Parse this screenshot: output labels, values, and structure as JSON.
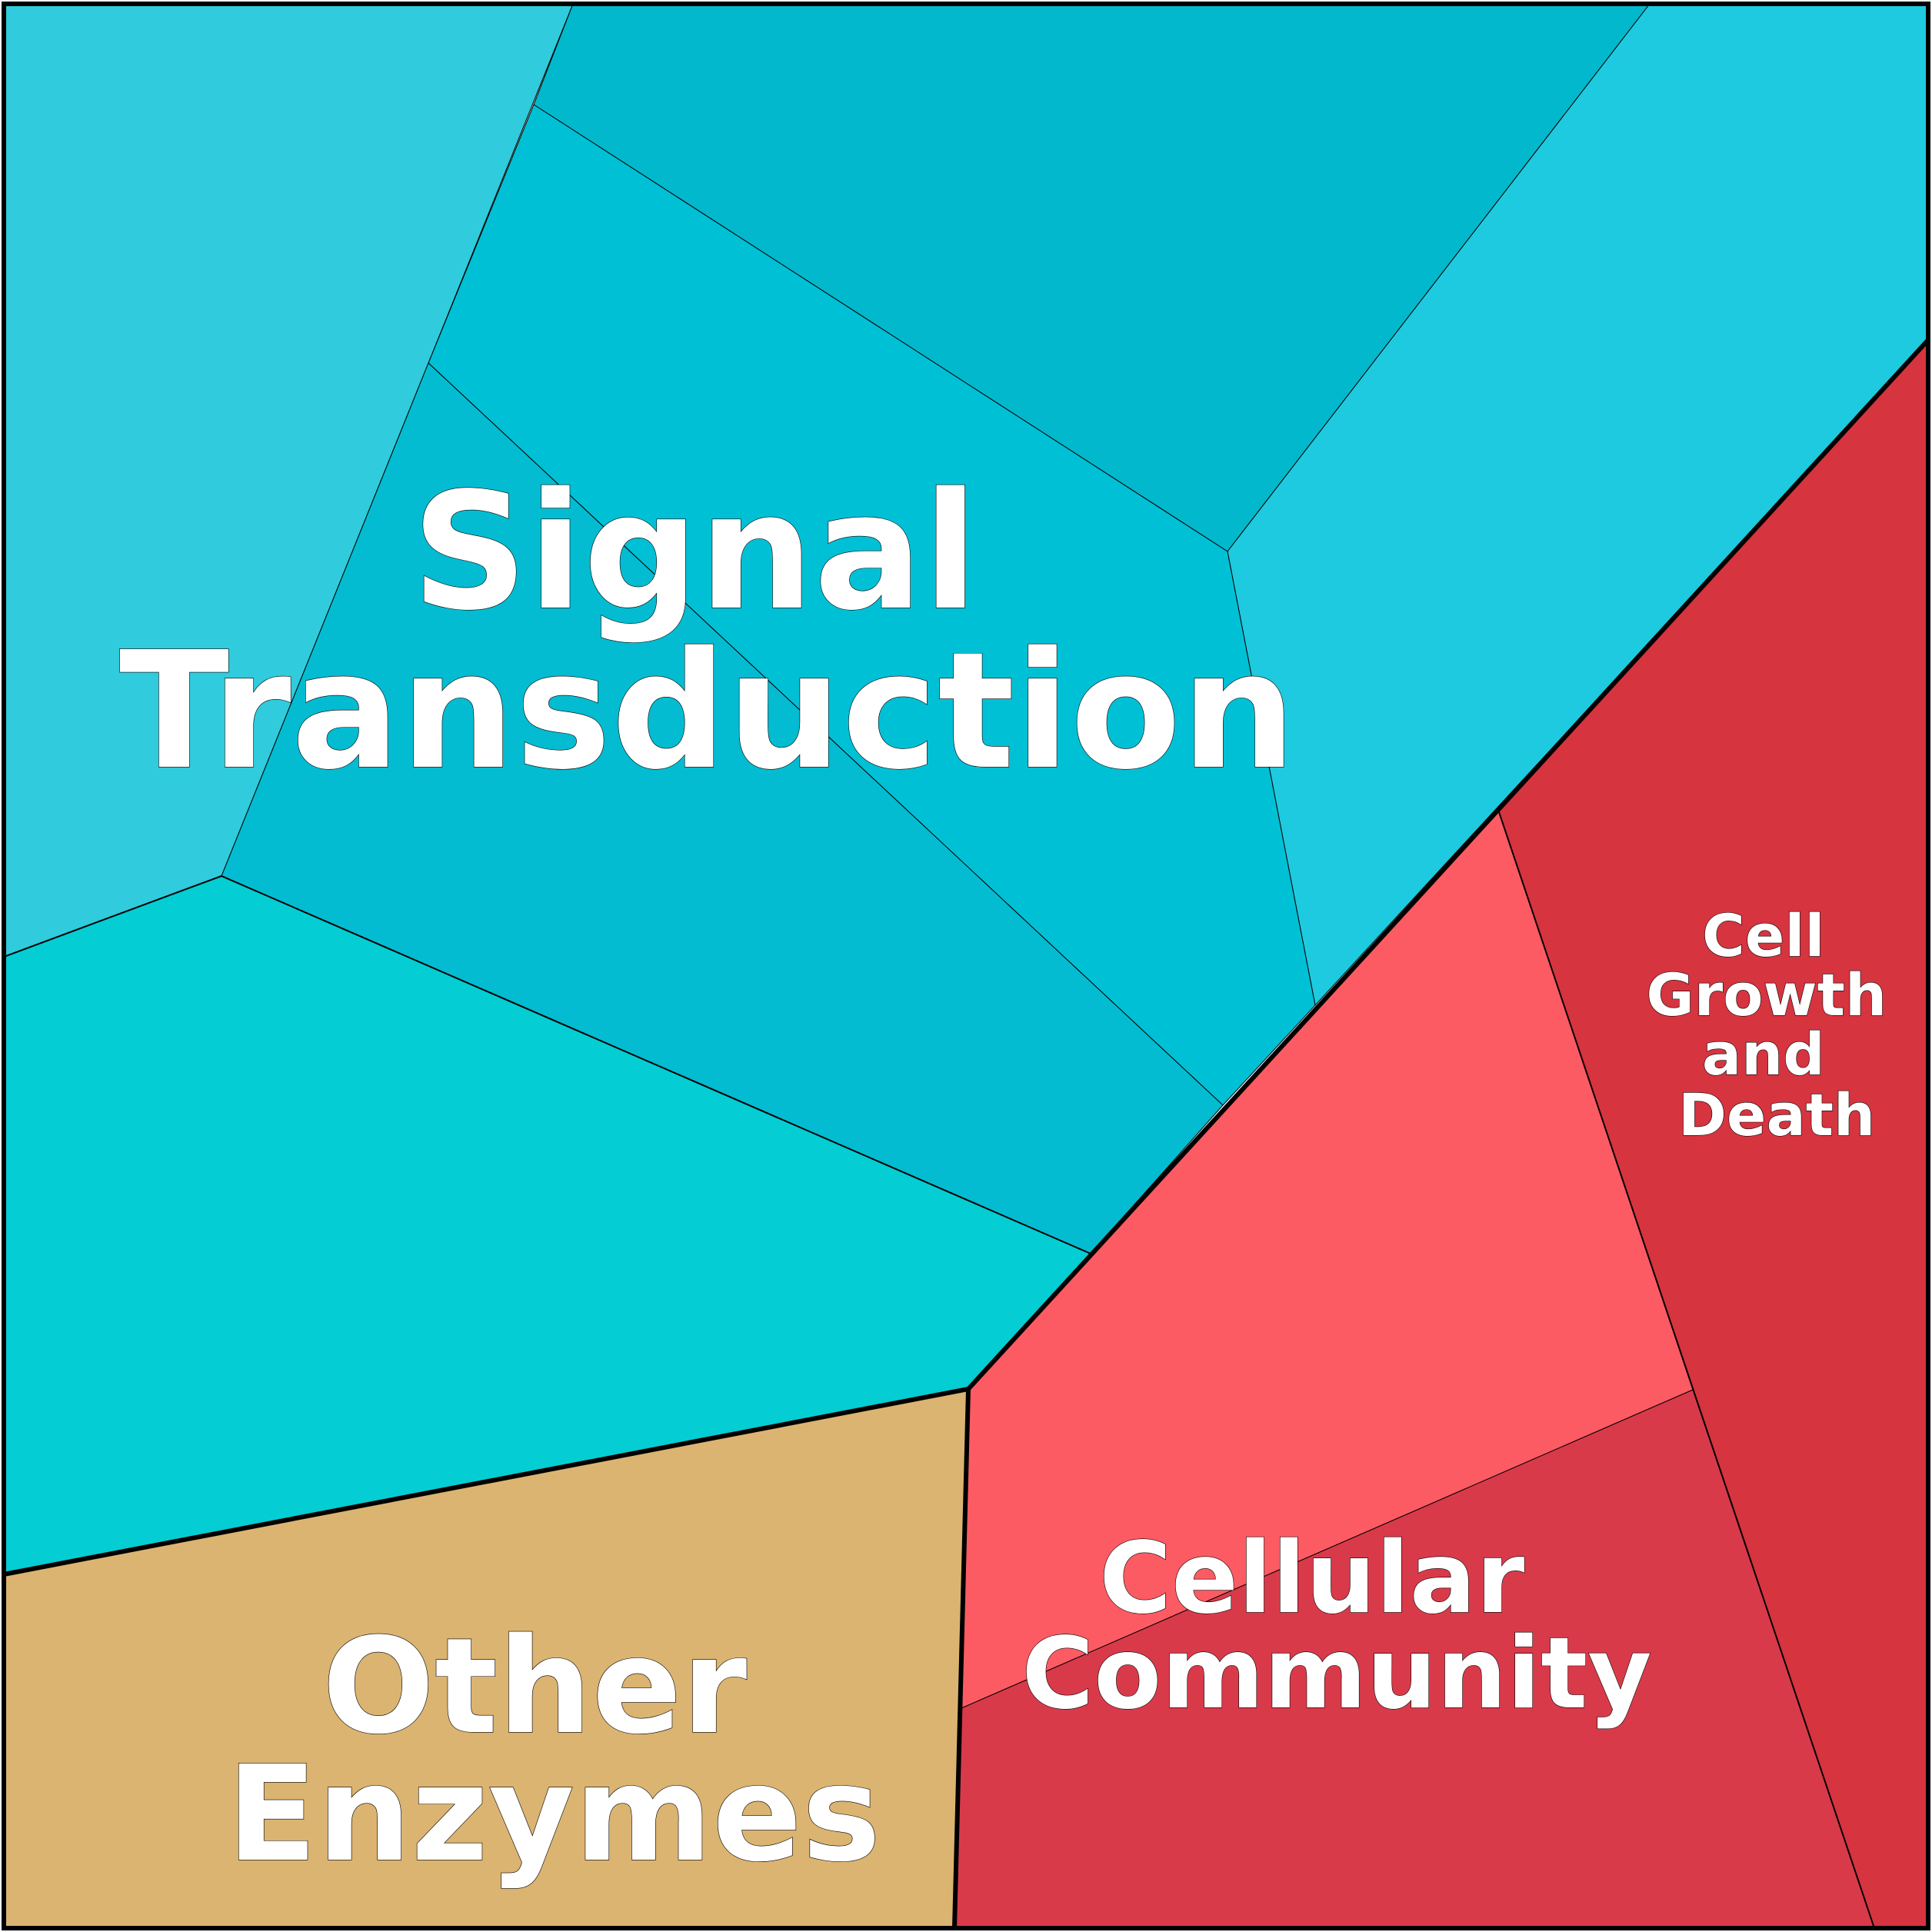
{
  "groups": {
    "signal_transduction": {
      "label_lines": [
        "Signal",
        "Transduction"
      ],
      "colors": [
        "#30cbdc",
        "#02b8cc",
        "#1ecadf",
        "#00c0d6",
        "#03bcd1",
        "#04cdd3"
      ]
    },
    "cellular_community": {
      "label_lines": [
        "Cellular",
        "Community"
      ],
      "colors": [
        "#fd5b63",
        "#d93a4a"
      ]
    },
    "cell_growth_and_death": {
      "label_lines": [
        "Cell",
        "Growth",
        "and",
        "Death"
      ],
      "colors": [
        "#d6343f"
      ]
    },
    "other_enzymes": {
      "label_lines": [
        "Other",
        "Enzymes"
      ],
      "colors": [
        "#dbb472"
      ]
    }
  }
}
